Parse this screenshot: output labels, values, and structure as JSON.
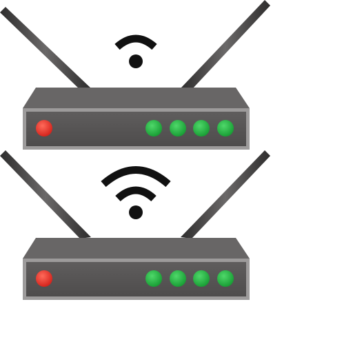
{
  "icon": "wifi-router-icon",
  "routers": [
    {
      "name": "router-1",
      "wifi_signal_bars": 1,
      "power_led": {
        "color": "#e0261f",
        "state": "on"
      },
      "port_leds": [
        {
          "color": "#1faa3c",
          "state": "on"
        },
        {
          "color": "#1faa3c",
          "state": "on"
        },
        {
          "color": "#1faa3c",
          "state": "on"
        },
        {
          "color": "#1faa3c",
          "state": "on"
        }
      ]
    },
    {
      "name": "router-2",
      "wifi_signal_bars": 2,
      "power_led": {
        "color": "#e0261f",
        "state": "on"
      },
      "port_leds": [
        {
          "color": "#1faa3c",
          "state": "on"
        },
        {
          "color": "#1faa3c",
          "state": "on"
        },
        {
          "color": "#1faa3c",
          "state": "on"
        },
        {
          "color": "#1faa3c",
          "state": "on"
        }
      ]
    }
  ],
  "colors": {
    "background": "#ffffff",
    "router_body": "#5a5858",
    "router_top": "#686666",
    "router_trim": "#9d9b9b",
    "antenna": "#4a4848",
    "wifi_symbol": "#111111"
  }
}
